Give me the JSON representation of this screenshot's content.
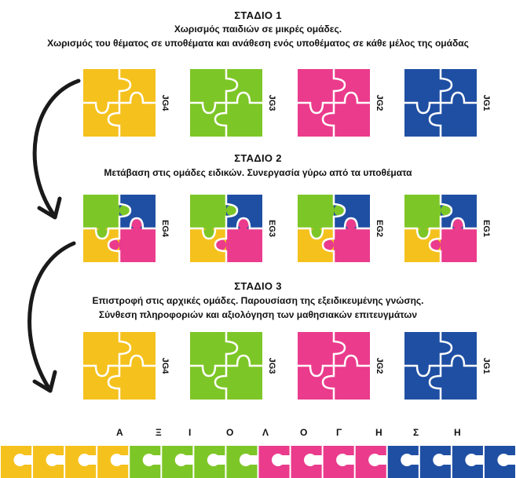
{
  "colors": {
    "yellow": "#F5C11D",
    "green": "#7DC627",
    "pink": "#EA3B8C",
    "blue": "#1F4FA3"
  },
  "stage1": {
    "title": "ΣΤΑΔΙΟ 1",
    "line1": "Χωρισμός παιδιών σε μικρές ομάδες.",
    "line2": "Χωρισμός του θέματος σε υποθέματα και ανάθεση ενός υποθέματος σε κάθε μέλος της ομάδας",
    "puzzles": [
      {
        "label": "JG4",
        "colors": [
          "yellow",
          "yellow",
          "yellow",
          "yellow"
        ]
      },
      {
        "label": "JG3",
        "colors": [
          "green",
          "green",
          "green",
          "green"
        ]
      },
      {
        "label": "JG2",
        "colors": [
          "pink",
          "pink",
          "pink",
          "pink"
        ]
      },
      {
        "label": "JG1",
        "colors": [
          "blue",
          "blue",
          "blue",
          "blue"
        ]
      }
    ]
  },
  "stage2": {
    "title": "ΣΤΑΔΙΟ 2",
    "line1": "Μετάβαση στις ομάδες ειδικών. Συνεργασία γύρω από τα υποθέματα",
    "puzzles": [
      {
        "label": "EG4",
        "colors": [
          "green",
          "blue",
          "yellow",
          "pink"
        ]
      },
      {
        "label": "EG3",
        "colors": [
          "green",
          "blue",
          "yellow",
          "pink"
        ]
      },
      {
        "label": "EG2",
        "colors": [
          "green",
          "blue",
          "yellow",
          "pink"
        ]
      },
      {
        "label": "EG1",
        "colors": [
          "green",
          "blue",
          "yellow",
          "pink"
        ]
      }
    ]
  },
  "stage3": {
    "title": "ΣΤΑΔΙΟ 3",
    "line1": "Επιστροφή στις αρχικές ομάδες. Παρουσίαση της εξειδικευμένης γνώσης.",
    "line2": "Σύνθεση πληροφοριών και αξιολόγηση των μαθησιακών επιτευγμάτων",
    "puzzles": [
      {
        "label": "JG4",
        "colors": [
          "yellow",
          "yellow",
          "yellow",
          "yellow"
        ]
      },
      {
        "label": "JG3",
        "colors": [
          "green",
          "green",
          "green",
          "green"
        ]
      },
      {
        "label": "JG2",
        "colors": [
          "pink",
          "pink",
          "pink",
          "pink"
        ]
      },
      {
        "label": "JG1",
        "colors": [
          "blue",
          "blue",
          "blue",
          "blue"
        ]
      }
    ]
  },
  "evaluation": {
    "letters": [
      "Α",
      "Ξ",
      "Ι",
      "Ο",
      "Λ",
      "Ο",
      "Γ",
      "Η",
      "Σ",
      "Η"
    ],
    "strip_colors": [
      "yellow",
      "yellow",
      "yellow",
      "yellow",
      "green",
      "green",
      "green",
      "green",
      "pink",
      "pink",
      "pink",
      "pink",
      "blue",
      "blue",
      "blue",
      "blue"
    ]
  }
}
